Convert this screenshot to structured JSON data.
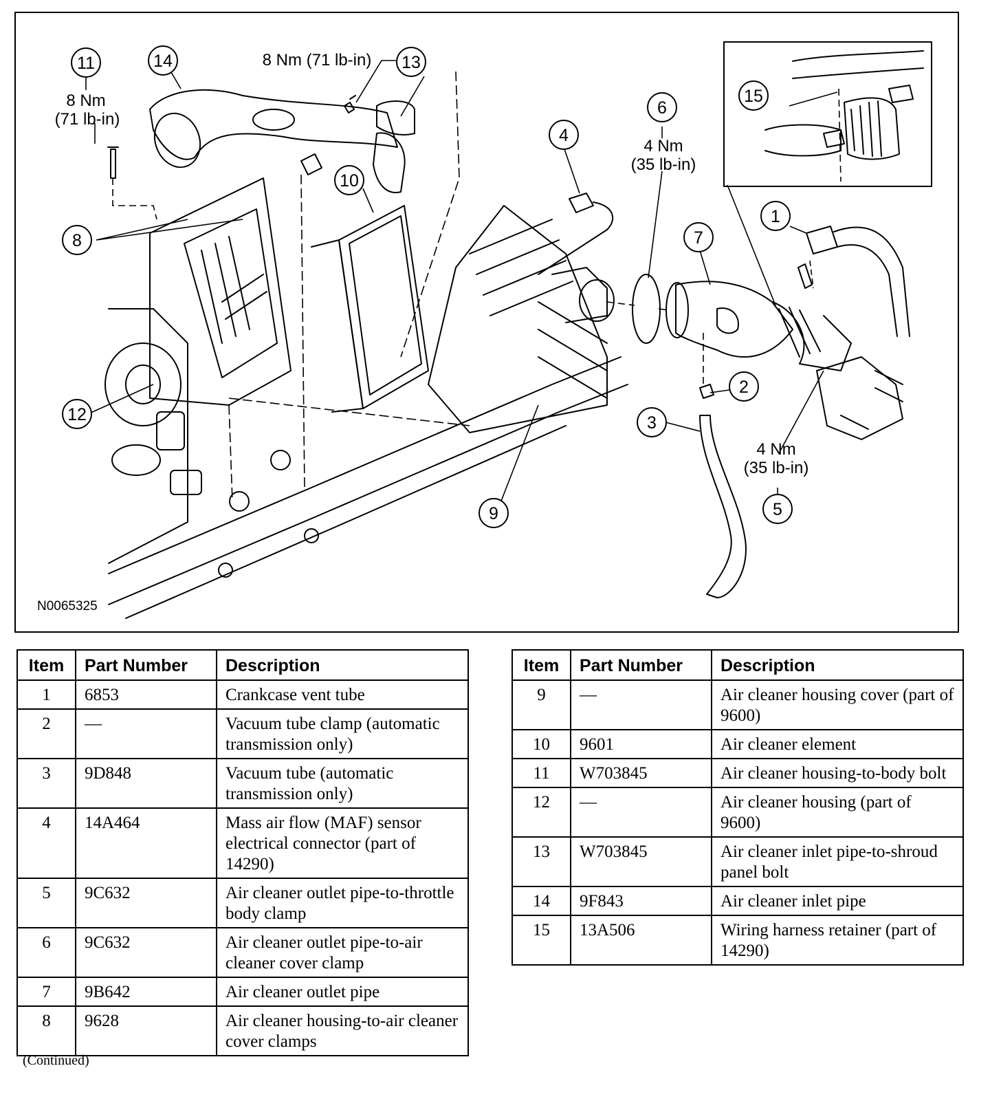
{
  "diagram": {
    "drawing_id": "N0065325",
    "callouts": [
      {
        "num": "1"
      },
      {
        "num": "2"
      },
      {
        "num": "3"
      },
      {
        "num": "4"
      },
      {
        "num": "5"
      },
      {
        "num": "6"
      },
      {
        "num": "7"
      },
      {
        "num": "8"
      },
      {
        "num": "9"
      },
      {
        "num": "10"
      },
      {
        "num": "11"
      },
      {
        "num": "12"
      },
      {
        "num": "13"
      },
      {
        "num": "14"
      },
      {
        "num": "15"
      }
    ],
    "torque_specs": {
      "item11_a": "8 Nm",
      "item11_b": "(71 lb-in)",
      "item13": "8 Nm (71 lb-in)",
      "item6_a": "4 Nm",
      "item6_b": "(35 lb-in)",
      "item5_a": "4 Nm",
      "item5_b": "(35 lb-in)"
    }
  },
  "table": {
    "headers": {
      "item": "Item",
      "part_number": "Part Number",
      "description": "Description"
    },
    "rows": [
      {
        "item": "1",
        "part": "6853",
        "desc": "Crankcase vent tube"
      },
      {
        "item": "2",
        "part": "—",
        "desc": "Vacuum tube clamp (automatic transmission only)"
      },
      {
        "item": "3",
        "part": "9D848",
        "desc": "Vacuum tube (automatic transmission only)"
      },
      {
        "item": "4",
        "part": "14A464",
        "desc": "Mass air flow (MAF) sensor electrical connector (part of 14290)"
      },
      {
        "item": "5",
        "part": "9C632",
        "desc": "Air cleaner outlet pipe-to-throttle body clamp"
      },
      {
        "item": "6",
        "part": "9C632",
        "desc": "Air cleaner outlet pipe-to-air cleaner cover clamp"
      },
      {
        "item": "7",
        "part": "9B642",
        "desc": "Air cleaner outlet pipe"
      },
      {
        "item": "8",
        "part": "9628",
        "desc": "Air cleaner housing-to-air cleaner cover clamps"
      },
      {
        "item": "9",
        "part": "—",
        "desc": "Air cleaner housing cover (part of 9600)"
      },
      {
        "item": "10",
        "part": "9601",
        "desc": "Air cleaner element"
      },
      {
        "item": "11",
        "part": "W703845",
        "desc": "Air cleaner housing-to-body bolt"
      },
      {
        "item": "12",
        "part": "—",
        "desc": "Air cleaner housing (part of 9600)"
      },
      {
        "item": "13",
        "part": "W703845",
        "desc": "Air cleaner inlet pipe-to-shroud panel bolt"
      },
      {
        "item": "14",
        "part": "9F843",
        "desc": "Air cleaner inlet pipe"
      },
      {
        "item": "15",
        "part": "13A506",
        "desc": "Wiring harness retainer (part of 14290)"
      }
    ]
  },
  "footer": {
    "continued": "(Continued)"
  }
}
